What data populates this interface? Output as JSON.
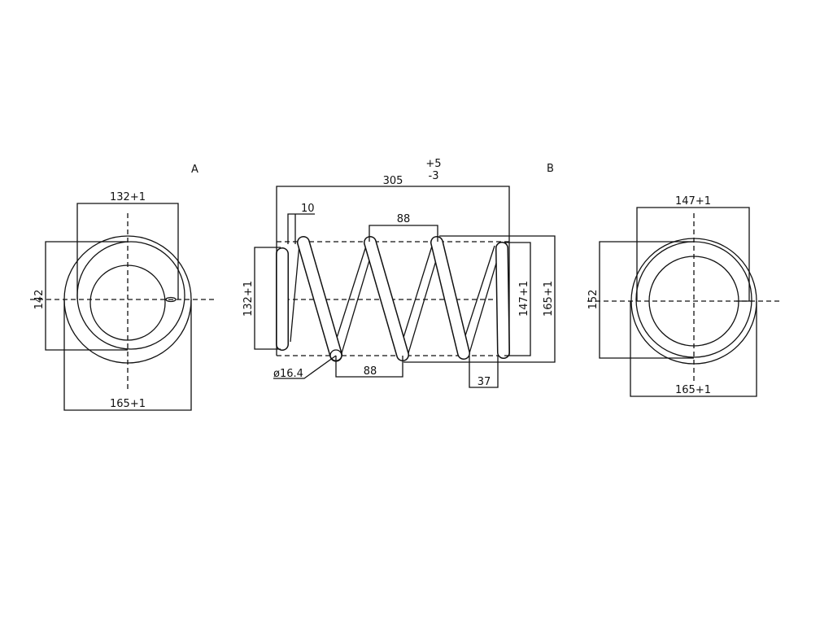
{
  "views": {
    "left_label": "A",
    "right_label": "B"
  },
  "left_view": {
    "dim_inner_dia": "132+1",
    "dim_height": "142",
    "dim_outer_dia": "165+1"
  },
  "side_view": {
    "dim_length": "305",
    "tol_plus": "+5",
    "tol_minus": "-3",
    "dim_end": "10",
    "dim_pitch_top": "88",
    "dim_pitch_bottom": "88",
    "dim_wire": "ø16.4",
    "dim_end_pitch": "37",
    "dim_left_dia": "132+1",
    "dim_right_dia": "147+1",
    "dim_outer_dia": "165+1"
  },
  "right_view": {
    "dim_inner_dia": "147+1",
    "dim_height": "152",
    "dim_outer_dia": "165+1"
  }
}
